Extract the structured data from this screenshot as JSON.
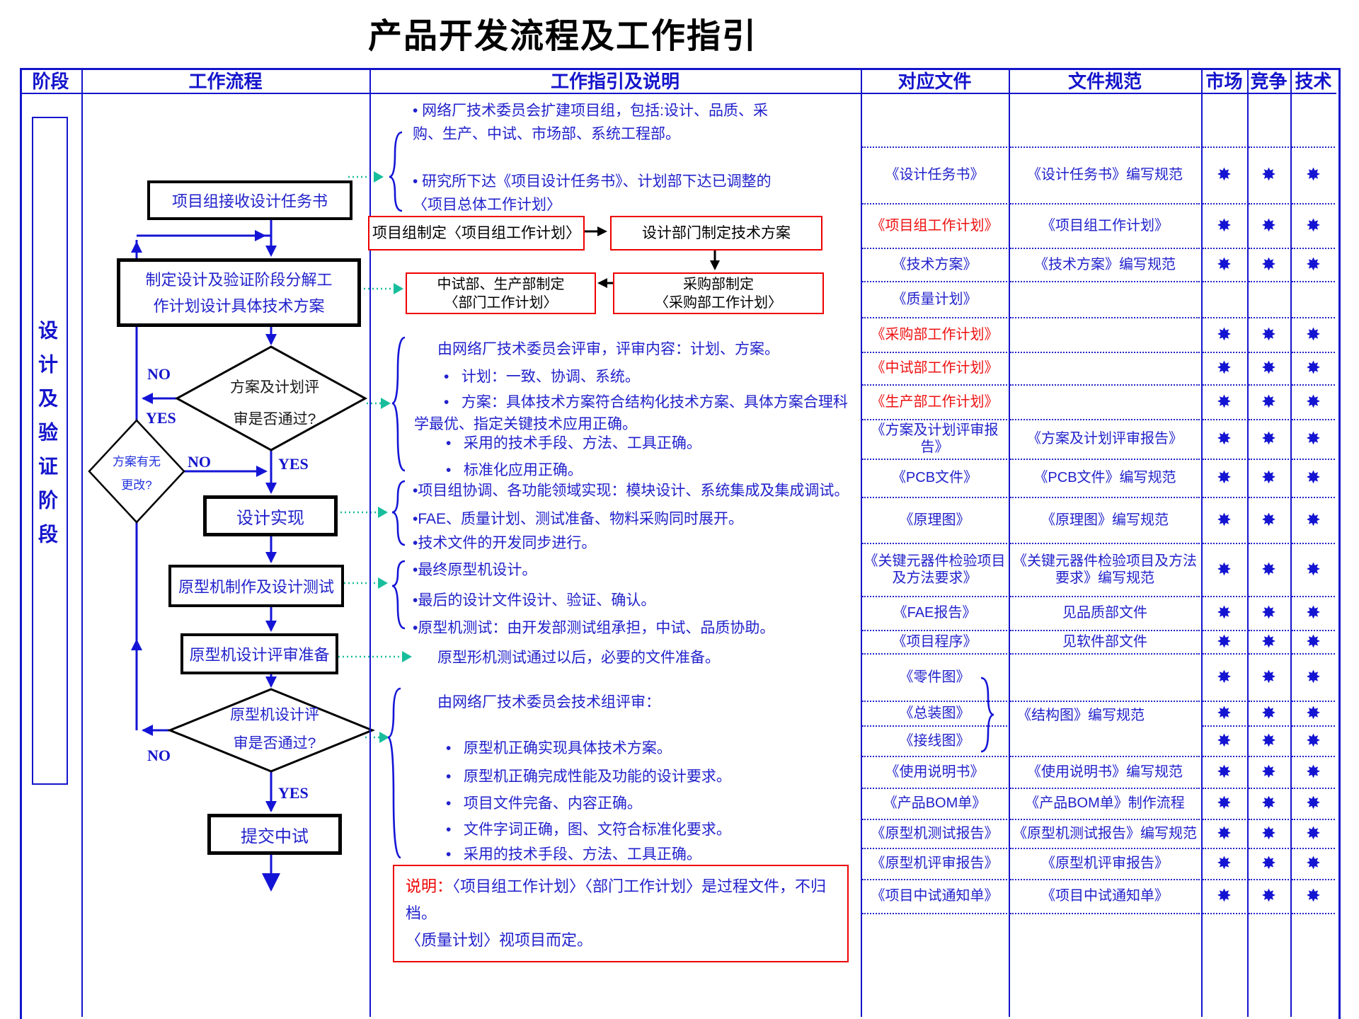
{
  "title": "产品开发流程及工作指引",
  "header": {
    "stage": "阶段",
    "flow": "工作流程",
    "guide": "工作指引及说明",
    "docs": "对应文件",
    "spec": "文件规范",
    "market": "市场",
    "compete": "竞争",
    "tech": "技术"
  },
  "stage_label": "设计及验证阶段",
  "flow": {
    "box1": "项目组接收设计任务书",
    "box2_l1": "制定设计及验证阶段分解工",
    "box2_l2": "作计划设计具体技术方案",
    "d1_l1": "方案及计划评",
    "d1_l2": "审是否通过?",
    "d2_l1": "方案有无",
    "d2_l2": "更改?",
    "box3": "设计实现",
    "box4": "原型机制作及设计测试",
    "box5": "原型机设计评审准备",
    "d3_l1": "原型机设计评",
    "d3_l2": "审是否通过?",
    "box6": "提交中试",
    "no1": "NO",
    "yes1": "YES",
    "no2": "NO",
    "yes2": "YES",
    "no3": "NO",
    "yes3": "YES"
  },
  "guide": {
    "b1": "• 网络厂技术委员会扩建项目组，包括:设计、品质、采购、生产、中试、市场部、系统工程部。",
    "b2": "• 研究所下达《项目设计任务书》、计划部下达已调整的〈项目总体工作计划〉",
    "rbox1": "项目组制定〈项目组工作计划〉",
    "rbox2": "设计部门制定技术方案",
    "rbox3_l1": "中试部、生产部制定",
    "rbox3_l2": "〈部门工作计划〉",
    "rbox4_l1": "采购部制定",
    "rbox4_l2": "〈采购部工作计划〉",
    "review1_head": "由网络厂技术委员会评审，评审内容：计划、方案。",
    "review1_b1": "•   计划：一致、协调、系统。",
    "review1_b2": "•   方案：具体技术方案符合结构化技术方案、具体方案合理科学最优、指定关键技术应用正确。",
    "review1_b3": "•   采用的技术手段、方法、工具正确。",
    "review1_b4": "•   标准化应用正确。",
    "impl_b1": "•项目组协调、各功能领域实现：模块设计、系统集成及集成调试。",
    "impl_b2": "•FAE、质量计划、测试准备、物料采购同时展开。",
    "impl_b3": "•技术文件的开发同步进行。",
    "proto_b1": "•最终原型机设计。",
    "proto_b2": "•最后的设计文件设计、验证、确认。",
    "proto_b3": "•原型机测试：由开发部测试组承担，中试、品质协助。",
    "prep_note": "原型形机测试通过以后，必要的文件准备。",
    "review2_head": "由网络厂技术委员会技术组评审：",
    "review2_b1": "•   原型机正确实现具体技术方案。",
    "review2_b2": "•   原型机正确完成性能及功能的设计要求。",
    "review2_b3": "•   项目文件完备、内容正确。",
    "review2_b4": "•   文件字词正确，图、文符合标准化要求。",
    "review2_b5": "•   采用的技术手段、方法、工具正确。"
  },
  "note": {
    "label": "说明：",
    "line1": "〈项目组工作计划〉〈部门工作计划〉是过程文件，不归档。",
    "line2": "〈质量计划〉视项目而定。"
  },
  "doc_table": {
    "star_icon": "✸",
    "struct_spec": "《结构图》编写规范",
    "rows": [
      {
        "doc": "",
        "spec": "",
        "red": false,
        "stars": false
      },
      {
        "doc": "《设计任务书》",
        "spec": "《设计任务书》编写规范",
        "red": false,
        "stars": true
      },
      {
        "doc": "《项目组工作计划》",
        "spec": "《项目组工作计划》",
        "red": true,
        "stars": true
      },
      {
        "doc": "《技术方案》",
        "spec": "《技术方案》编写规范",
        "red": false,
        "stars": true
      },
      {
        "doc": "《质量计划》",
        "spec": "",
        "red": false,
        "stars": false
      },
      {
        "doc": "《采购部工作计划》",
        "spec": "",
        "red": true,
        "stars": true
      },
      {
        "doc": "《中试部工作计划》",
        "spec": "",
        "red": true,
        "stars": true
      },
      {
        "doc": "《生产部工作计划》",
        "spec": "",
        "red": true,
        "stars": true
      },
      {
        "doc": "《方案及计划评审报告》",
        "spec": "《方案及计划评审报告》",
        "red": false,
        "stars": true
      },
      {
        "doc": "《PCB文件》",
        "spec": "《PCB文件》编写规范",
        "red": false,
        "stars": true
      },
      {
        "doc": "《原理图》",
        "spec": "《原理图》编写规范",
        "red": false,
        "stars": true
      },
      {
        "doc": "《关键元器件检验项目及方法要求》",
        "spec": "《关键元器件检验项目及方法要求》编写规范",
        "red": false,
        "stars": true
      },
      {
        "doc": "《FAE报告》",
        "spec": "见品质部文件",
        "red": false,
        "stars": true
      },
      {
        "doc": "《项目程序》",
        "spec": "见软件部文件",
        "red": false,
        "stars": true
      },
      {
        "doc": "《零件图》",
        "spec": "",
        "red": false,
        "stars": true
      },
      {
        "doc": "《总装图》",
        "spec": "",
        "red": false,
        "stars": true
      },
      {
        "doc": "《接线图》",
        "spec": "",
        "red": false,
        "stars": true
      },
      {
        "doc": "《使用说明书》",
        "spec": "《使用说明书》编写规范",
        "red": false,
        "stars": true
      },
      {
        "doc": "《产品BOM单》",
        "spec": "《产品BOM单》制作流程",
        "red": false,
        "stars": true
      },
      {
        "doc": "《原型机测试报告》",
        "spec": "《原型机测试报告》编写规范",
        "red": false,
        "stars": true
      },
      {
        "doc": "《原型机评审报告》",
        "spec": "《原型机评审报告》",
        "red": false,
        "stars": true
      },
      {
        "doc": "《项目中试通知单》",
        "spec": "《项目中试通知单》",
        "red": false,
        "stars": true
      }
    ]
  },
  "colors": {
    "table_blue": "#1414cc",
    "text_blue": "#2121cc",
    "red": "#ee0000",
    "teal": "#18be9b",
    "black": "#000000"
  }
}
